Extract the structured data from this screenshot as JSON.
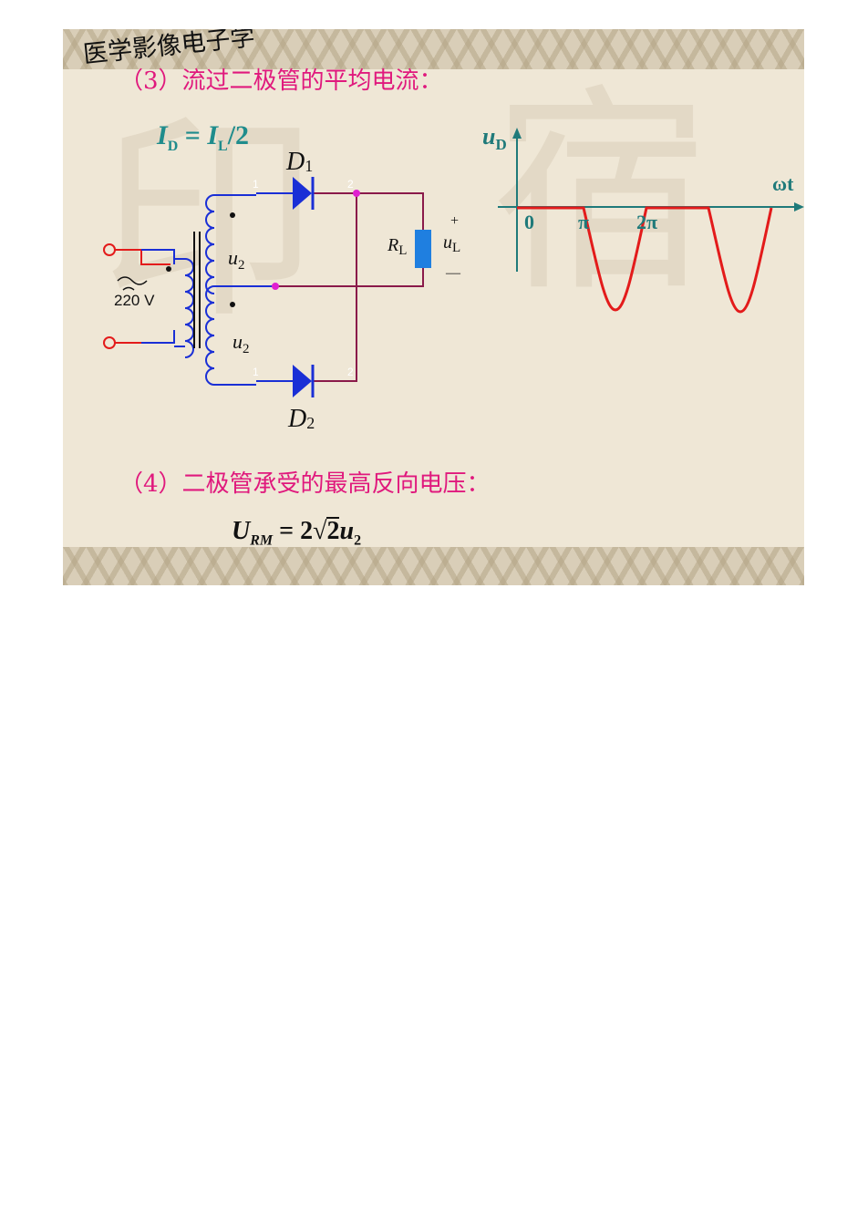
{
  "course_title": "医学影像电子学",
  "section3": {
    "heading": "（3）流过二极管的平均电流：",
    "formula": {
      "lhs_var": "I",
      "lhs_sub": "D",
      "eq": " = ",
      "rhs_var": "I",
      "rhs_sub": "L",
      "rhs_tail": "/2"
    }
  },
  "circuit": {
    "source_label": "220 V",
    "winding_label": "u",
    "winding_sub": "2",
    "diode1_label": "D",
    "diode1_sub": "1",
    "diode2_label": "D",
    "diode2_sub": "2",
    "pin1": "1",
    "pin2": "2",
    "load_label": "R",
    "load_sub": "L",
    "output_label": "u",
    "output_sub": "L",
    "plus": "+",
    "minus": "—"
  },
  "waveform": {
    "y_label": "u",
    "y_sub": "D",
    "x_label": "ωt",
    "tick_0": "0",
    "tick_pi": "π",
    "tick_2pi": "2π"
  },
  "section4": {
    "heading": "（4）二极管承受的最高反向电压：",
    "formula": {
      "lhs_var": "U",
      "lhs_sub": "RM",
      "eq": " = 2",
      "radicand": "2",
      "rhs_var": "u",
      "rhs_sub": "2"
    }
  },
  "colors": {
    "heading": "#e0197d",
    "formula_teal": "#1f8c8c",
    "winding_blue": "#1a2fd6",
    "wire_maroon": "#8a1a4a",
    "waveform_red": "#e31b1b",
    "axis_teal": "#1f7a7a",
    "load_blue": "#1f7fe0",
    "node_magenta": "#e020d0"
  }
}
